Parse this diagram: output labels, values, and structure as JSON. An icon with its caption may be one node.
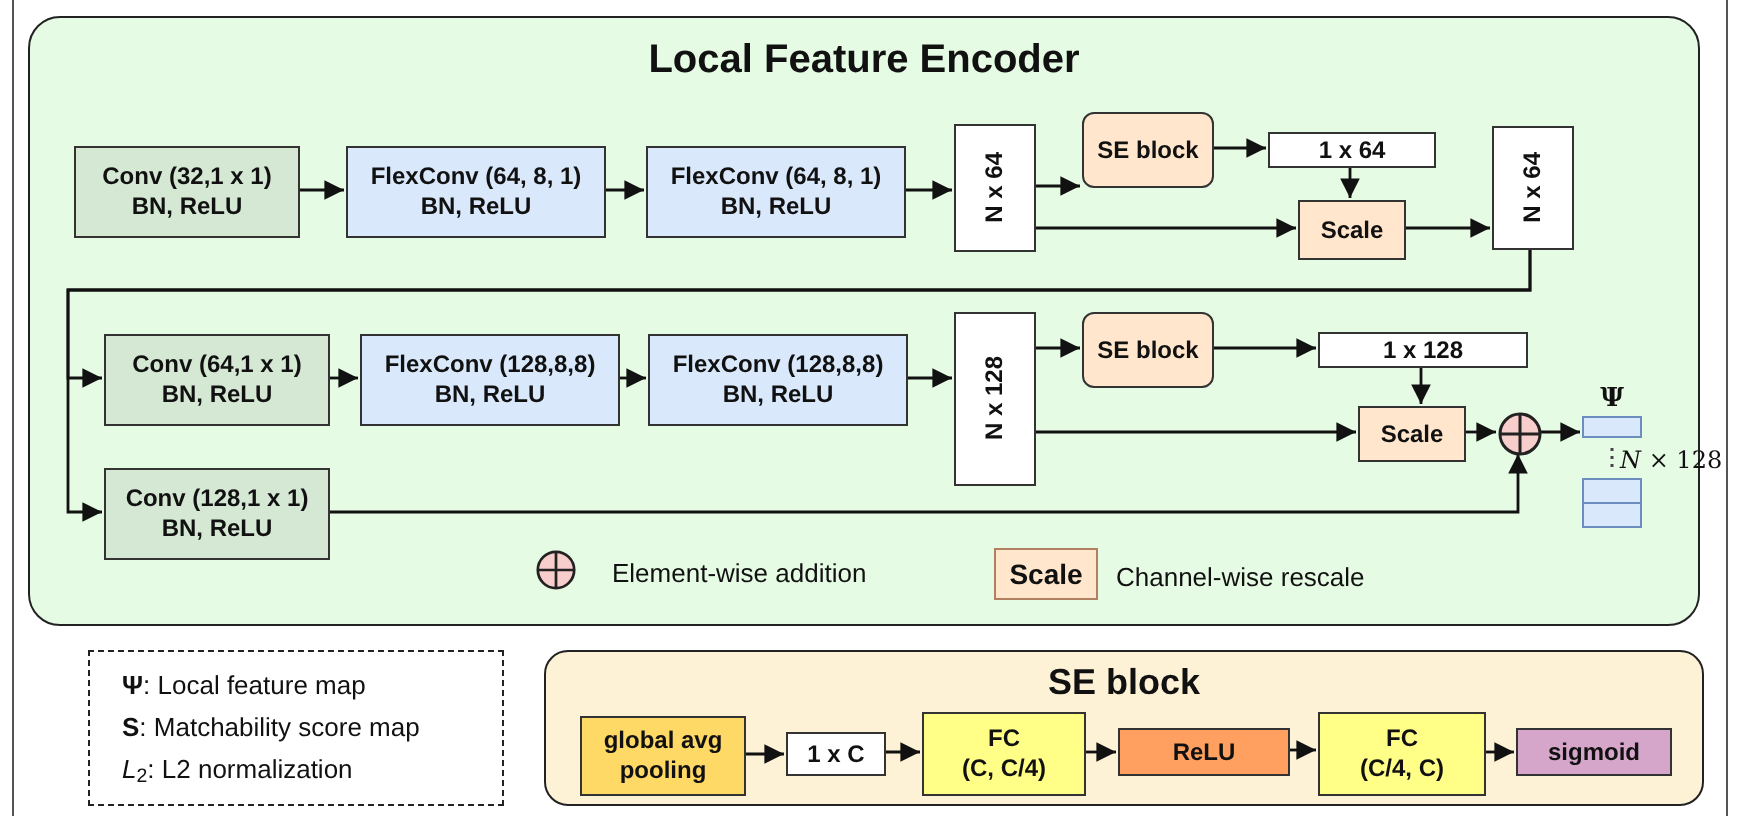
{
  "diagram": {
    "nodes": [
      {
        "text": [
          "Local Feature Encoder"
        ]
      },
      {
        "text": [
          "Conv (32,1 x 1)",
          "BN, ReLU"
        ],
        "in": 0
      },
      {
        "text": [
          "FlexConv (64, 8, 1)",
          "BN, ReLU"
        ],
        "in": 0
      },
      {
        "text": [
          "FlexConv (64, 8, 1)",
          "BN, ReLU"
        ],
        "in": 0
      },
      {
        "text": [
          "N x 64"
        ],
        "in": 0
      },
      {
        "text": [
          "SE block"
        ],
        "in": 0
      },
      {
        "text": [
          "1 x 64"
        ],
        "in": 0
      },
      {
        "text": [
          "Scale"
        ],
        "in": 0
      },
      {
        "text": [
          "N x 64"
        ],
        "in": 0
      },
      {
        "text": [
          "Conv (64,1 x 1)",
          "BN, ReLU"
        ],
        "in": 0
      },
      {
        "text": [
          "FlexConv (128,8,8)",
          "BN, ReLU"
        ],
        "in": 0
      },
      {
        "text": [
          "FlexConv (128,8,8)",
          "BN, ReLU"
        ],
        "in": 0
      },
      {
        "text": [
          "N x 128"
        ],
        "in": 0
      },
      {
        "text": [
          "SE block"
        ],
        "in": 0
      },
      {
        "text": [
          "1 x 128"
        ],
        "in": 0
      },
      {
        "text": [
          "Scale"
        ],
        "in": 0
      },
      {
        "text": [],
        "shape": "circle",
        "in": 0
      },
      {
        "text": [
          "Ψ"
        ],
        "beside": [
          "*N* × 128"
        ],
        "in": 0
      },
      {
        "text": [
          "Conv (128,1 x 1)",
          "BN, ReLU"
        ],
        "in": 0
      },
      {
        "text": [
          "SE block"
        ]
      },
      {
        "text": [
          "global avg pooling"
        ],
        "in": 19
      },
      {
        "text": [
          "1 x C"
        ],
        "in": 19
      },
      {
        "text": [
          "FC",
          "(C, C/4)"
        ],
        "in": 19
      },
      {
        "text": [
          "ReLU"
        ],
        "in": 19
      },
      {
        "text": [
          "FC",
          "(C/4, C)"
        ],
        "in": 19
      },
      {
        "text": [
          "sigmoid"
        ],
        "in": 19
      }
    ],
    "edges": [
      {
        "from": 1,
        "to": 2,
        "arrow": "to"
      },
      {
        "from": 2,
        "to": 3,
        "arrow": "to"
      },
      {
        "from": 3,
        "to": 4,
        "arrow": "to"
      },
      {
        "from": 4,
        "to": 5,
        "arrow": "to"
      },
      {
        "from": 5,
        "to": 6,
        "arrow": "to"
      },
      {
        "from": 6,
        "to": 7,
        "arrow": "to"
      },
      {
        "from": 4,
        "to": 7,
        "arrow": "to"
      },
      {
        "from": 7,
        "to": 8,
        "arrow": "to"
      },
      {
        "from": 8,
        "to": 9,
        "arrow": "to"
      },
      {
        "from": 8,
        "to": 18,
        "arrow": "to"
      },
      {
        "from": 9,
        "to": 10,
        "arrow": "to"
      },
      {
        "from": 10,
        "to": 11,
        "arrow": "to"
      },
      {
        "from": 11,
        "to": 12,
        "arrow": "to"
      },
      {
        "from": 12,
        "to": 13,
        "arrow": "to"
      },
      {
        "from": 13,
        "to": 14,
        "arrow": "to"
      },
      {
        "from": 14,
        "to": 15,
        "arrow": "to"
      },
      {
        "from": 12,
        "to": 15,
        "arrow": "to"
      },
      {
        "from": 15,
        "to": 16,
        "arrow": "to"
      },
      {
        "from": 18,
        "to": 16,
        "arrow": "to"
      },
      {
        "from": 16,
        "to": 17,
        "arrow": "to"
      },
      {
        "from": 20,
        "to": 21,
        "arrow": "to"
      },
      {
        "from": 21,
        "to": 22,
        "arrow": "to"
      },
      {
        "from": 22,
        "to": 23,
        "arrow": "to"
      },
      {
        "from": 23,
        "to": 24,
        "arrow": "to"
      },
      {
        "from": 24,
        "to": 25,
        "arrow": "to"
      }
    ],
    "labels": [
      "Scale",
      "**Ψ**: Local feature map",
      "**S**: Matchability score map",
      "*L*$_{2}$: L2 normalization"
    ],
    "legend": [
      {
        "text": "Element-wise addition"
      },
      {
        "text": "Channel-wise rescale",
        "color": "#ffe6cc"
      }
    ]
  }
}
